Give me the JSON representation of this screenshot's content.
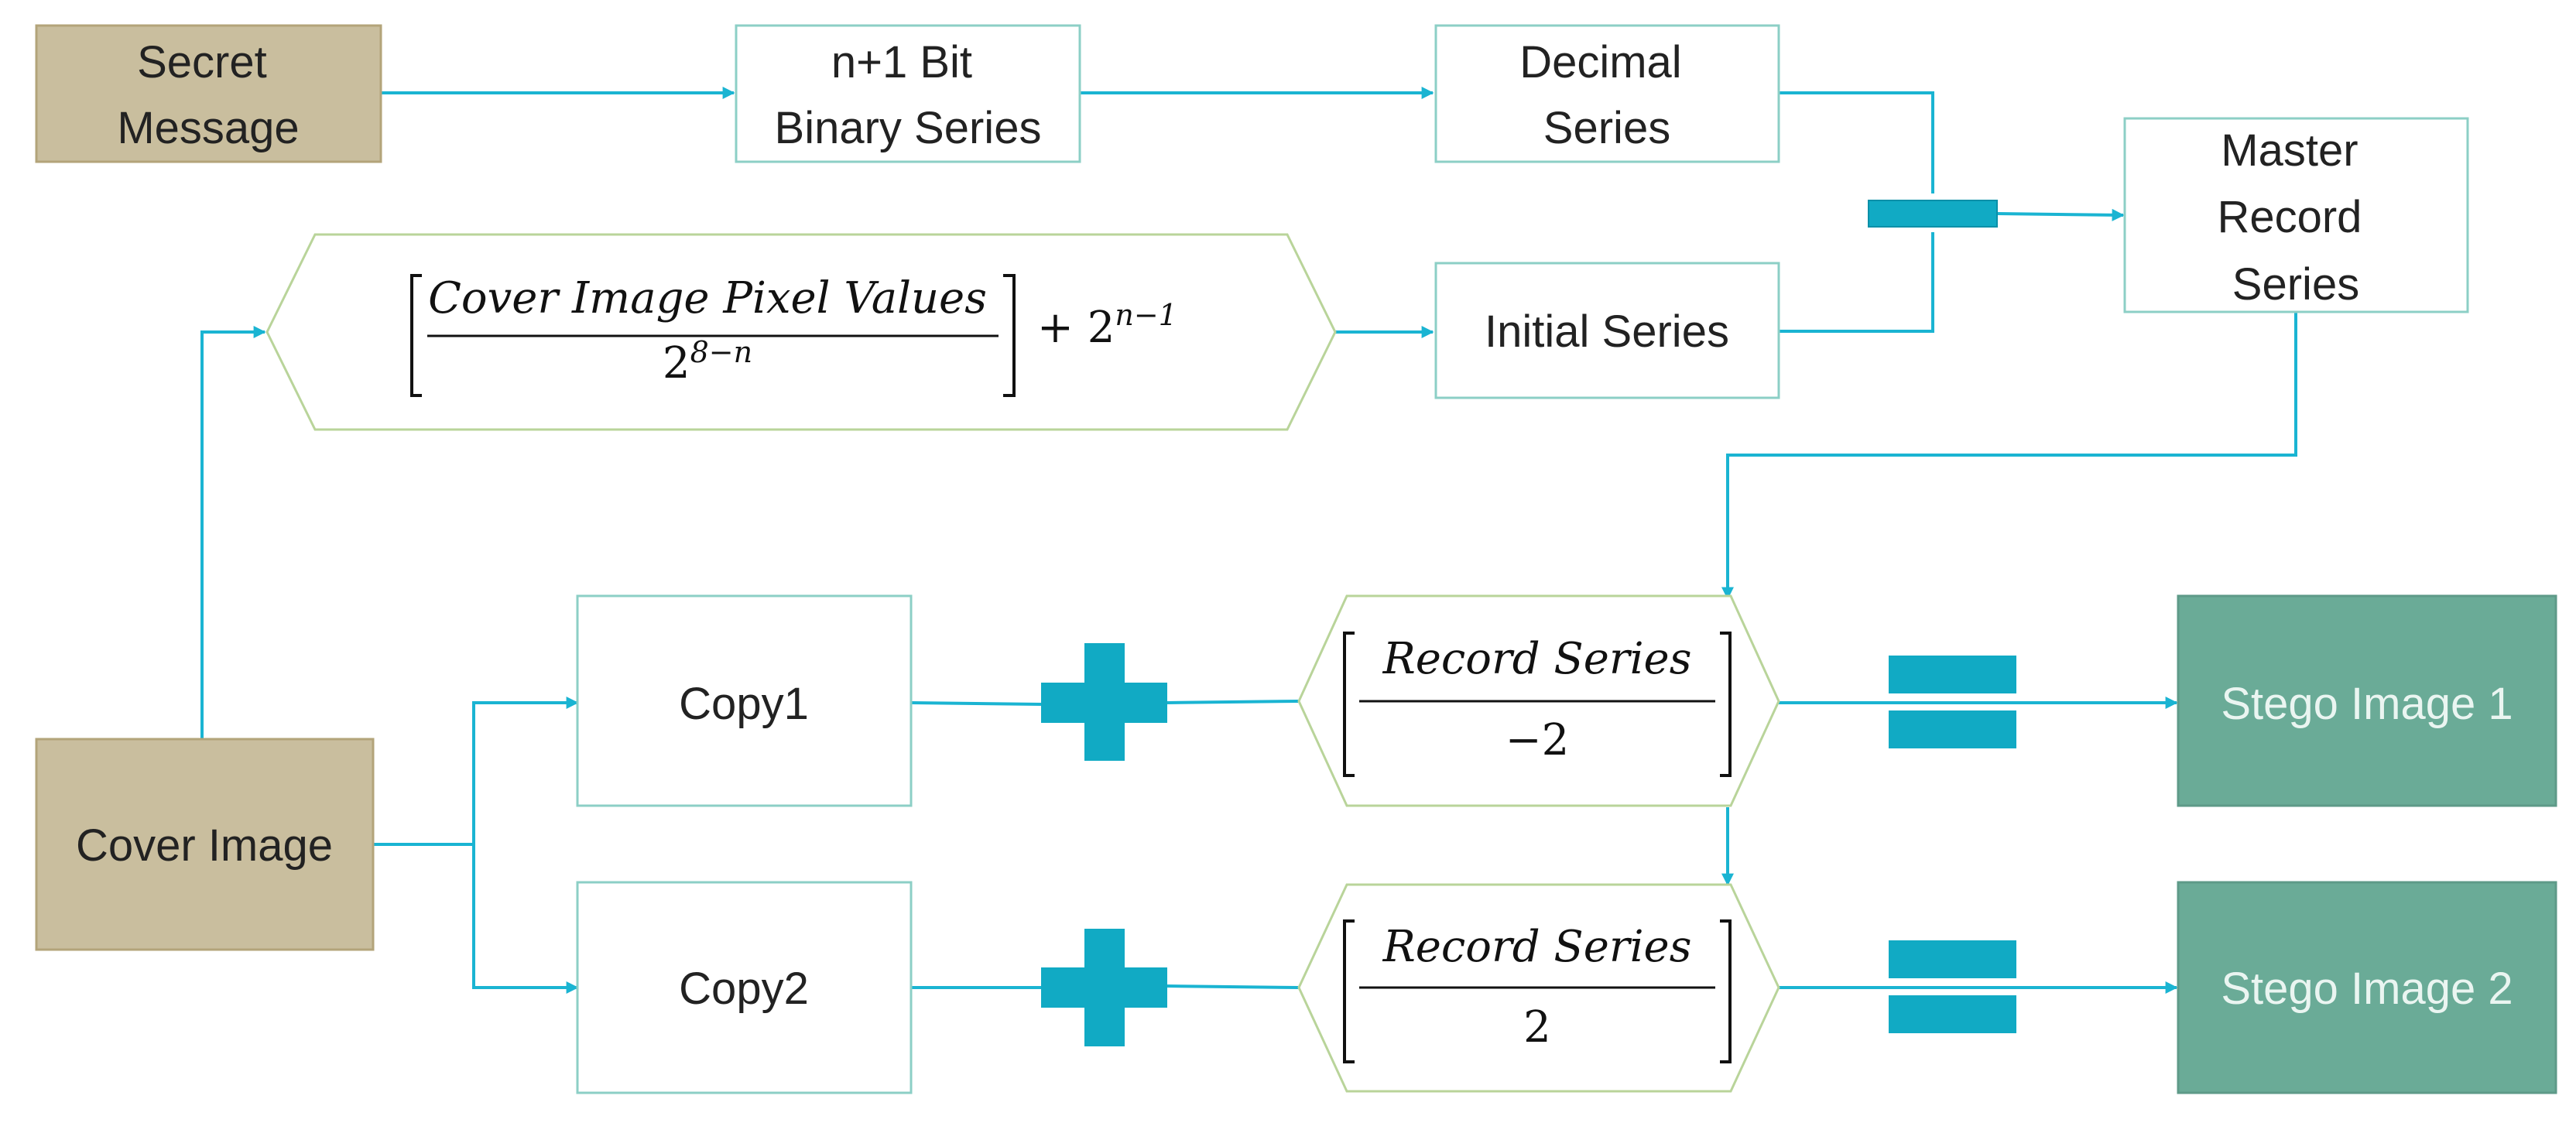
{
  "colors": {
    "connector": "#1ab4d2",
    "operator": "#11aac4",
    "box_border": "#8ccfc6",
    "hex_border": "#b9d49a",
    "source_fill": "#c9be9e",
    "source_border": "#b3a47a",
    "output_fill": "#6aab97",
    "output_text": "#eaf5f1",
    "text": "#222222"
  },
  "nodes": {
    "secret_message": [
      "Secret",
      "Message"
    ],
    "binary_series": [
      "n+1 Bit",
      "Binary Series"
    ],
    "decimal_series": [
      "Decimal",
      "Series"
    ],
    "master_record": [
      "Master",
      "Record",
      "Series"
    ],
    "initial_series": "Initial Series",
    "cover_image": "Cover Image",
    "copy1": "Copy1",
    "copy2": "Copy2",
    "stego1": "Stego Image 1",
    "stego2": "Stego Image 2"
  },
  "formulas": {
    "initial": {
      "numerator": "Cover Image Pixel Values",
      "denominator_base": "2",
      "denominator_exp": "8−n",
      "addend_text": "+ 2",
      "addend_exp": "n−1"
    },
    "record1": {
      "numerator": "Record Series",
      "denominator": "−2"
    },
    "record2": {
      "numerator": "Record Series",
      "denominator": "2"
    }
  }
}
